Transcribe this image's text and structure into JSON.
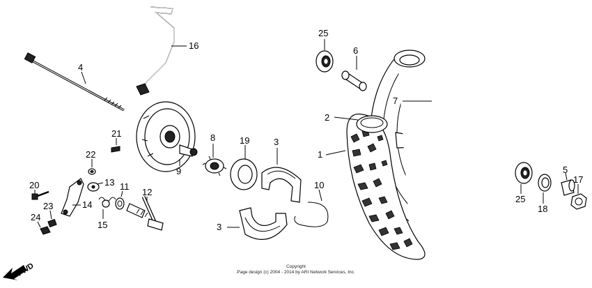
{
  "diagram": {
    "callouts": [
      {
        "id": "4",
        "label": "4"
      },
      {
        "id": "16",
        "label": "16"
      },
      {
        "id": "21",
        "label": "21"
      },
      {
        "id": "22",
        "label": "22"
      },
      {
        "id": "20",
        "label": "20"
      },
      {
        "id": "13",
        "label": "13"
      },
      {
        "id": "11",
        "label": "11"
      },
      {
        "id": "12",
        "label": "12"
      },
      {
        "id": "14",
        "label": "14"
      },
      {
        "id": "15",
        "label": "15"
      },
      {
        "id": "23",
        "label": "23"
      },
      {
        "id": "24",
        "label": "24"
      },
      {
        "id": "9",
        "label": "9"
      },
      {
        "id": "8",
        "label": "8"
      },
      {
        "id": "19",
        "label": "19"
      },
      {
        "id": "3a",
        "label": "3"
      },
      {
        "id": "3b",
        "label": "3"
      },
      {
        "id": "10",
        "label": "10"
      },
      {
        "id": "1",
        "label": "1"
      },
      {
        "id": "2",
        "label": "2"
      },
      {
        "id": "7",
        "label": "7"
      },
      {
        "id": "25a",
        "label": "25"
      },
      {
        "id": "6",
        "label": "6"
      },
      {
        "id": "25b",
        "label": "25"
      },
      {
        "id": "18",
        "label": "18"
      },
      {
        "id": "5",
        "label": "5"
      },
      {
        "id": "17",
        "label": "17"
      }
    ],
    "fwd_label": "FWD",
    "copyright_line1": "Copyright",
    "copyright_line2": "Page design (c) 2004 - 2014 by ARI Network Services, Inc."
  }
}
